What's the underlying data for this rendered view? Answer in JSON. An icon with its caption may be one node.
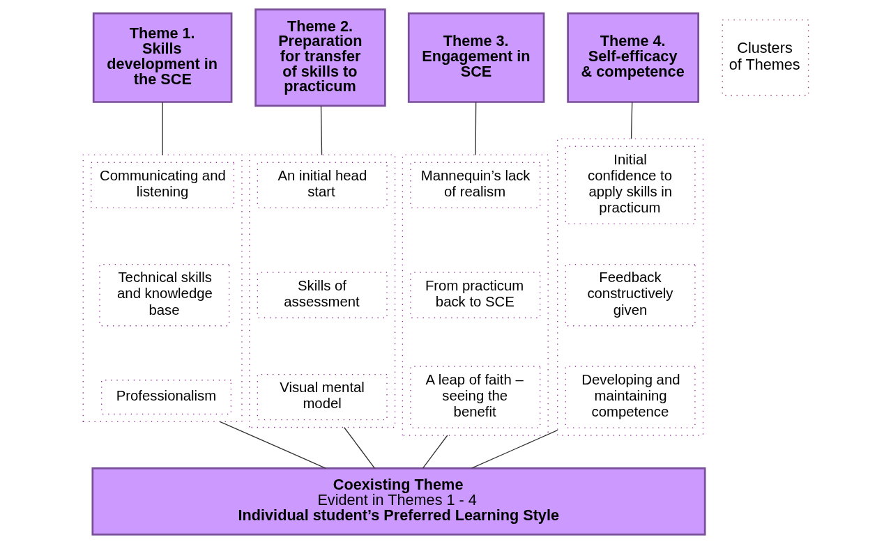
{
  "diagram": {
    "nodes": [
      {
        "text": [
          "Theme 1.",
          "Skills development in the SCE"
        ]
      },
      {
        "text": [
          "Theme 2.",
          "Preparation for transfer of skills to practicum"
        ]
      },
      {
        "text": [
          "Theme 3.",
          "Engagement in SCE"
        ]
      },
      {
        "text": [
          "Theme 4.",
          "Self-efficacy & competence"
        ]
      },
      {
        "text": [
          "Clusters of Themes"
        ]
      },
      {
        "text": [],
        "shape": "box"
      },
      {
        "text": [
          "Communicating and listening"
        ],
        "in": 5
      },
      {
        "text": [
          "Technical skills and knowledge base"
        ],
        "in": 5
      },
      {
        "text": [
          "Professionalism"
        ],
        "in": 5
      },
      {
        "text": [],
        "shape": "box"
      },
      {
        "text": [
          "An initial head start"
        ],
        "in": 9
      },
      {
        "text": [
          "Skills of assessment"
        ],
        "in": 9
      },
      {
        "text": [
          "Visual mental model"
        ],
        "in": 9
      },
      {
        "text": [],
        "shape": "box"
      },
      {
        "text": [
          "Mannequin’s lack of realism"
        ],
        "in": 13
      },
      {
        "text": [
          "From practicum back to SCE"
        ],
        "in": 13
      },
      {
        "text": [
          "A leap of faith – seeing the benefit"
        ],
        "in": 13
      },
      {
        "text": [],
        "shape": "box"
      },
      {
        "text": [
          "Initial confidence to apply skills in practicum"
        ],
        "in": 17
      },
      {
        "text": [
          "Feedback constructively given"
        ],
        "in": 17
      },
      {
        "text": [
          "Developing and maintaining competence"
        ],
        "in": 17
      },
      {
        "text": [
          "Coexisting Theme",
          "Evident in Themes 1 - 4",
          "Individual student’s Preferred Learning Style"
        ]
      }
    ],
    "edges": [
      {
        "from": 0,
        "to": 5,
        "arrow": "none"
      },
      {
        "from": 1,
        "to": 9,
        "arrow": "none"
      },
      {
        "from": 2,
        "to": 13,
        "arrow": "none"
      },
      {
        "from": 3,
        "to": 17,
        "arrow": "none"
      },
      {
        "from": 5,
        "to": 21,
        "arrow": "none"
      },
      {
        "from": 9,
        "to": 21,
        "arrow": "none"
      },
      {
        "from": 13,
        "to": 21,
        "arrow": "none"
      },
      {
        "from": 17,
        "to": 21,
        "arrow": "none"
      }
    ]
  }
}
